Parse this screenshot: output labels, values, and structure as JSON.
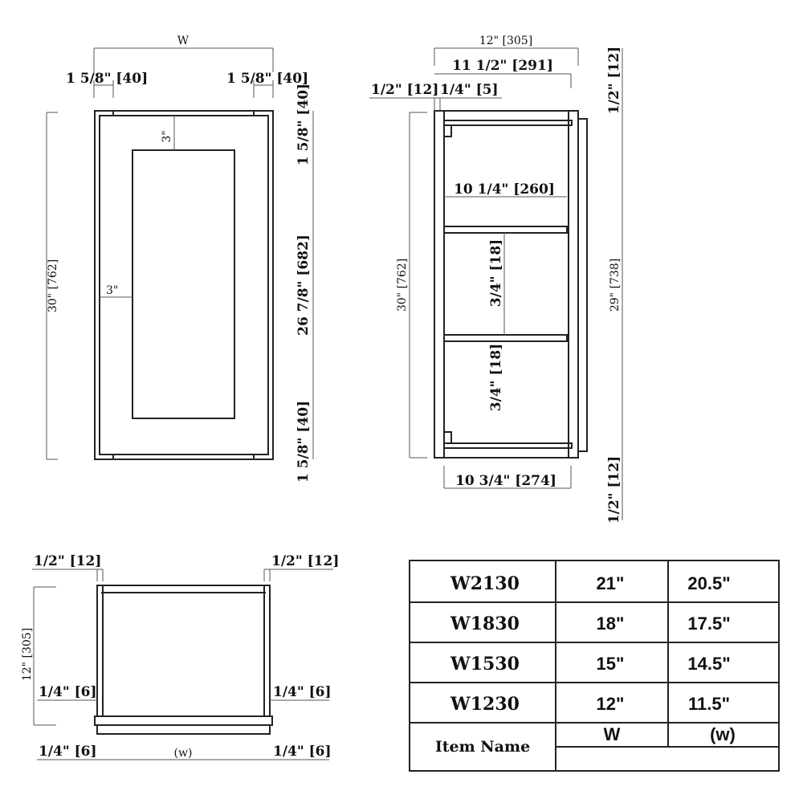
{
  "front_view": {
    "width_label": "W",
    "stile_left": "1 5/8\" [40]",
    "stile_right": "1 5/8\" [40]",
    "height": "30\" [762]",
    "top_rail_inset": "3\"",
    "left_stile_inset": "3\"",
    "top_rail": "1 5/8\" [40]",
    "glass_height": "26 7/8\" [682]",
    "bottom_rail": "1 5/8\" [40]"
  },
  "side_view": {
    "depth": "12\" [305]",
    "box_depth": "11 1/2\" [291]",
    "door_thickness": "1/2\" [12]",
    "gap": "1/4\" [5]",
    "height": "30\" [762]",
    "shelf_depth": "10 1/4\" [260]",
    "shelf1_thickness": "3/4\" [18]",
    "shelf2_thickness": "3/4\" [18]",
    "bottom_depth": "10 3/4\" [274]",
    "top_offset": "1/2\" [12]",
    "inner_height": "29\" [738]",
    "bottom_offset": "1/2\" [12]"
  },
  "top_view": {
    "left_panel": "1/2\" [12]",
    "right_panel": "1/2\" [12]",
    "depth": "12\" [305]",
    "left_back": "1/4\" [6]",
    "right_back": "1/4\" [6]",
    "left_door": "1/4\" [6]",
    "right_door": "1/4\" [6]",
    "inner_width": "(w)"
  },
  "table": {
    "rows": [
      {
        "item": "W2130",
        "W": "21\"",
        "w": "20.5\""
      },
      {
        "item": "W1830",
        "W": "18\"",
        "w": "17.5\""
      },
      {
        "item": "W1530",
        "W": "15\"",
        "w": "14.5\""
      },
      {
        "item": "W1230",
        "W": "12\"",
        "w": "11.5\""
      }
    ],
    "header": {
      "item": "Item Name",
      "W": "W",
      "w": "(w)"
    }
  }
}
